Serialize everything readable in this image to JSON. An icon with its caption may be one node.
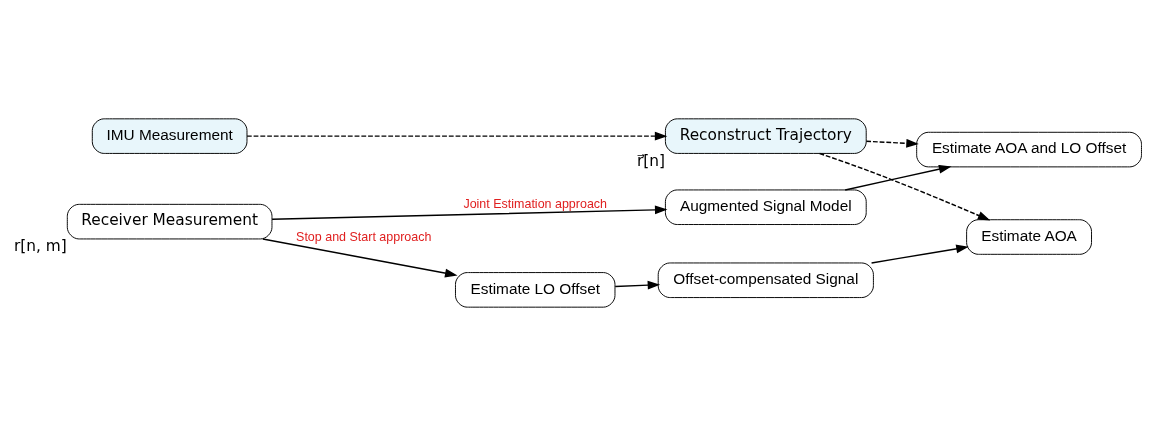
{
  "diagram": {
    "nodes": [
      {
        "text": [
          "IMU Measurement"
        ]
      },
      {
        "text": [
          "Reconstruct Trajectory"
        ],
        "beside": [
          "r⃗[n]"
        ]
      },
      {
        "text": [
          "Receiver Measurement"
        ],
        "beside": [
          "r[n, m]"
        ]
      },
      {
        "text": [
          "Augmented Signal Model"
        ]
      },
      {
        "text": [
          "Estimate AOA and LO Offset"
        ]
      },
      {
        "text": [
          "Estimate LO Offset"
        ]
      },
      {
        "text": [
          "Offset-compensated Signal"
        ]
      },
      {
        "text": [
          "Estimate AOA"
        ]
      }
    ],
    "edges": [
      {
        "from": 0,
        "to": 1,
        "arrow": "to",
        "style": "dashed"
      },
      {
        "from": 1,
        "to": 4,
        "arrow": "to",
        "style": "dashed"
      },
      {
        "from": 1,
        "to": 7,
        "arrow": "to",
        "style": "dashed"
      },
      {
        "from": 2,
        "to": 3,
        "arrow": "to",
        "label": "Joint Estimation approach"
      },
      {
        "from": 2,
        "to": 5,
        "arrow": "to",
        "label": "Stop and Start approach"
      },
      {
        "from": 3,
        "to": 4,
        "arrow": "to"
      },
      {
        "from": 5,
        "to": 6,
        "arrow": "to"
      },
      {
        "from": 6,
        "to": 7,
        "arrow": "to"
      }
    ]
  }
}
